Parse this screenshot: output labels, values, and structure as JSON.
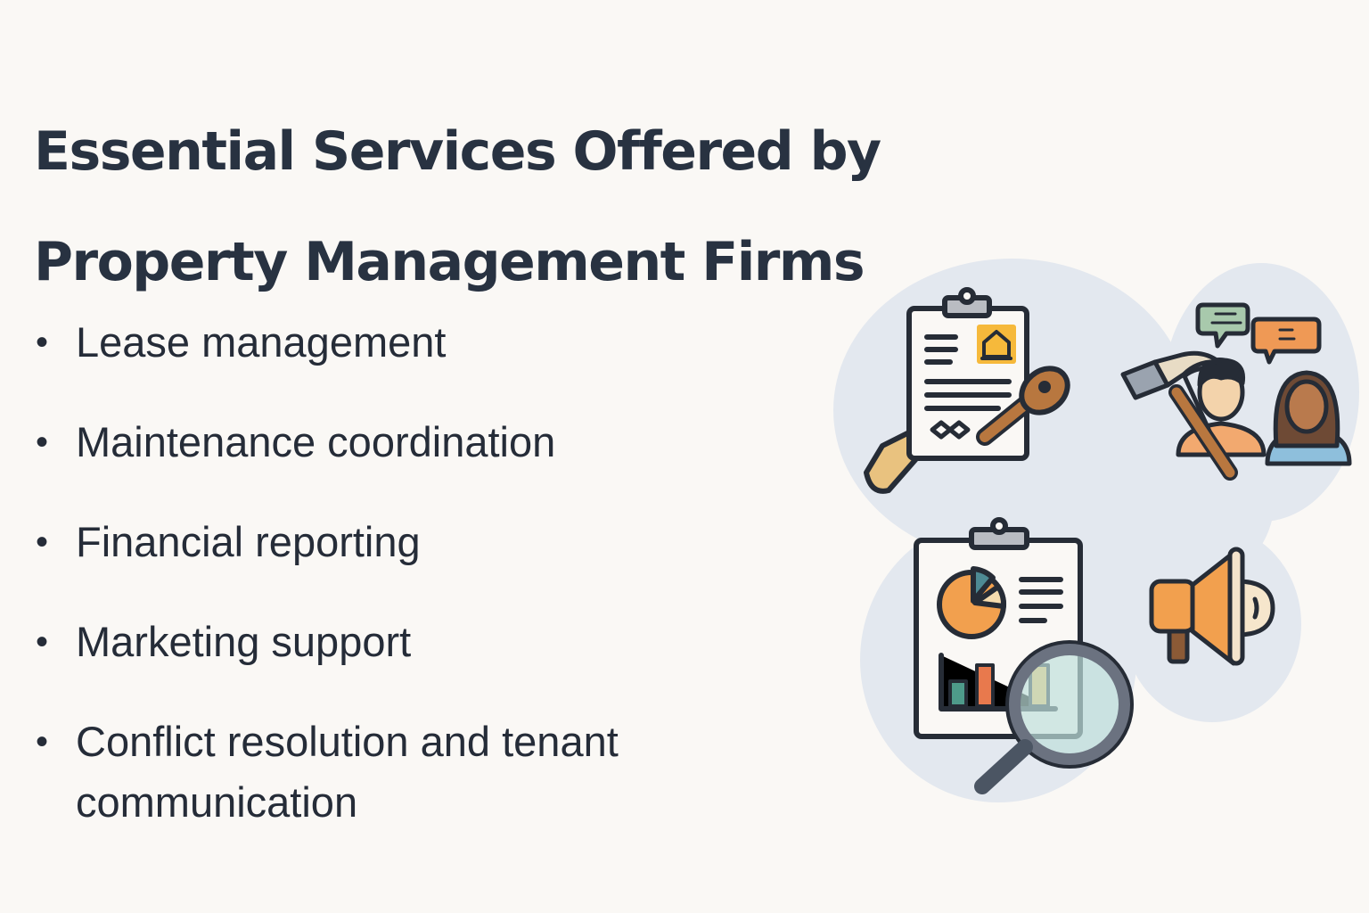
{
  "title": {
    "line1": "Essential Services Offered by",
    "line2": "Property Management Firms"
  },
  "services": [
    {
      "bullet": "•",
      "label": "Lease management"
    },
    {
      "bullet": "•",
      "label": "Maintenance coordination"
    },
    {
      "bullet": "•",
      "label": "Financial reporting"
    },
    {
      "bullet": "•",
      "label": "Marketing support"
    },
    {
      "bullet": "•",
      "label": "Conflict resolution and tenant communication"
    }
  ],
  "illustrations": [
    {
      "name": "lease-clipboard-key-icon",
      "depicts": "clipboard with house and key"
    },
    {
      "name": "maintenance-communication-icon",
      "depicts": "hammer, two people, speech bubbles"
    },
    {
      "name": "financial-report-magnifier-icon",
      "depicts": "report with pie chart, bar chart, magnifying glass"
    },
    {
      "name": "megaphone-icon",
      "depicts": "megaphone"
    }
  ],
  "colors": {
    "background": "#faf8f5",
    "blob": "#e3e8ef",
    "text": "#283241",
    "orange": "#f2a04e",
    "brown": "#b8773f",
    "yellow": "#f6b93b",
    "teal": "#4e9a96",
    "green": "#9cc3a4"
  }
}
